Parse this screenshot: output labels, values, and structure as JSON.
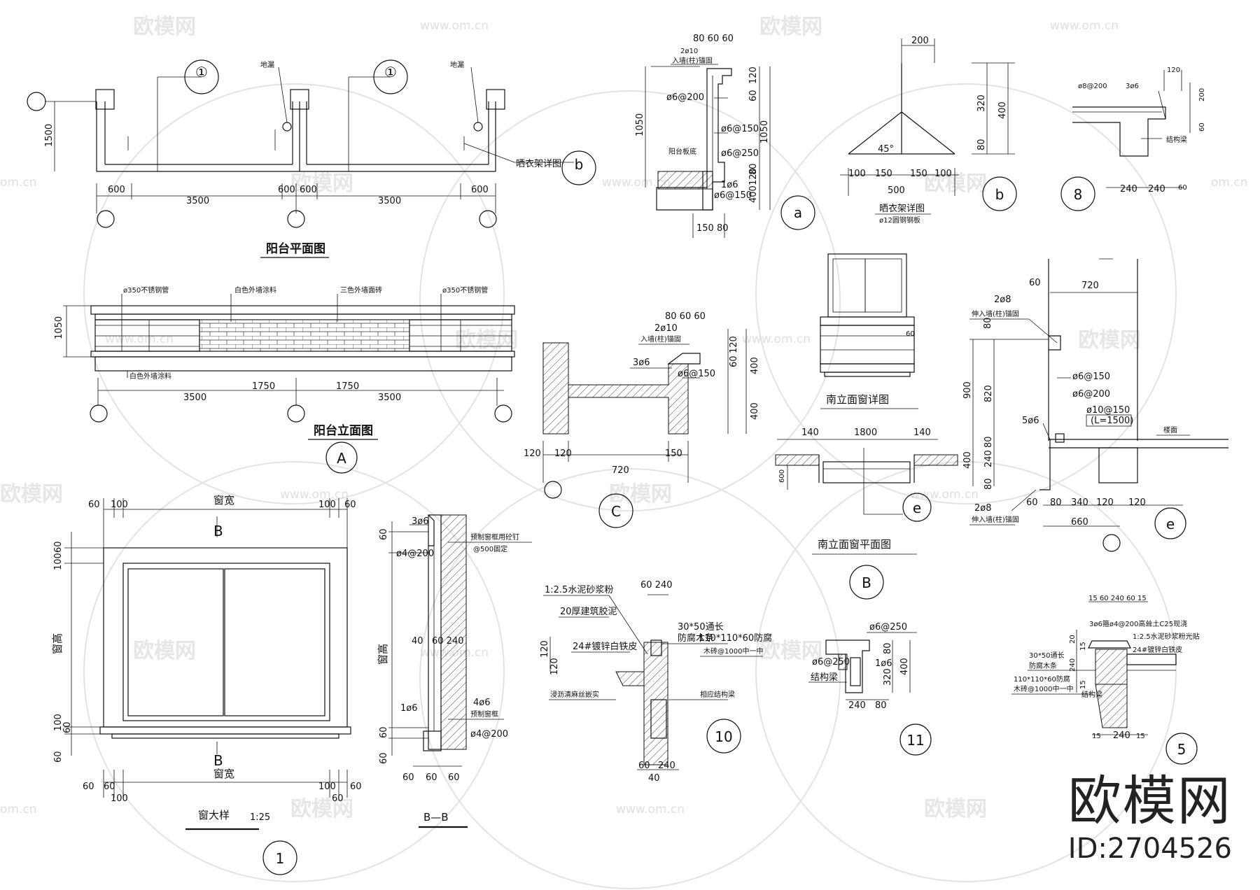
{
  "watermark": {
    "logo_text": "欧模网",
    "url": "www.om.cn",
    "url_short": "om.cn"
  },
  "brand": {
    "name": "欧模网",
    "id": "ID:2704526"
  },
  "balcony_plan": {
    "title": "阳台平面图",
    "dims": [
      "600",
      "3500",
      "600",
      "600",
      "3500",
      "600",
      "1500"
    ],
    "labels": [
      "地漏",
      "地漏",
      "晒衣架详图"
    ],
    "bubbles": [
      "①",
      "①",
      "b"
    ]
  },
  "balcony_elev": {
    "title": "阳台立面图",
    "bubble": "A",
    "dims": [
      "1050",
      "1750",
      "1750",
      "3500",
      "3500"
    ],
    "labels": [
      "ø350不锈钢管",
      "白色外墙涂料",
      "三色外墙面砖",
      "ø350不锈钢管",
      "白色外墙涂料"
    ]
  },
  "detail_a": {
    "bubble": "a",
    "dims": [
      "80 60 60",
      "1050",
      "120",
      "60",
      "1050",
      "80",
      "120",
      "400",
      "150 80"
    ],
    "labels": [
      "2ø10",
      "入墙(柱)锚固",
      "ø6@200",
      "ø6@150",
      "ø6@250",
      "1ø6",
      "ø6@150",
      "阳台板底"
    ]
  },
  "detail_b": {
    "bubble": "b",
    "title": "晒衣架详图",
    "note": "ø12圆钢钢板",
    "dims": [
      "200",
      "320",
      "400",
      "80",
      "100",
      "150",
      "150",
      "100",
      "500",
      "45°"
    ]
  },
  "detail_8": {
    "bubble": "8",
    "dims": [
      "120",
      "200",
      "60",
      "240",
      "240",
      "60"
    ],
    "labels": [
      "ø8@200",
      "3ø6",
      "结构梁"
    ]
  },
  "detail_c": {
    "bubble": "C",
    "dims": [
      "80 60 60",
      "120",
      "60",
      "400",
      "400",
      "120",
      "120",
      "150",
      "720"
    ],
    "labels": [
      "2ø10",
      "入墙(柱)锚固",
      "3ø6",
      "ø6@150"
    ]
  },
  "south_window": {
    "title": "南立面窗详图",
    "plan_title": "南立面窗平面图",
    "bubble": "B",
    "bubble_e": "e",
    "dims": [
      "60",
      "140",
      "1800",
      "140",
      "600"
    ]
  },
  "detail_e": {
    "bubble": "e",
    "dims": [
      "60",
      "720",
      "80",
      "900",
      "820",
      "80",
      "240",
      "400",
      "80",
      "60",
      "80",
      "340",
      "120",
      "120",
      "660"
    ],
    "labels": [
      "2ø8",
      "伸入墙(柱)锚固",
      "ø6@150",
      "ø6@200",
      "ø10@150",
      "(L=1500)",
      "5ø6",
      "楼面",
      "2ø8",
      "伸入墙(柱)锚固"
    ]
  },
  "window_detail": {
    "title": "窗大样",
    "scale": "1:25",
    "bubble": "1",
    "width_label": "窗宽",
    "height_label": "窗高",
    "section_mark": "B",
    "dims_top": [
      "60",
      "100",
      "100",
      "60"
    ],
    "dims_left": [
      "60",
      "100",
      "100",
      "60",
      "60"
    ],
    "dims_bot": [
      "60",
      "60",
      "100",
      "100",
      "60",
      "60"
    ]
  },
  "section_bb": {
    "title": "B—B",
    "height_label": "窗高",
    "dims": [
      "60",
      "40",
      "60 240",
      "60",
      "60",
      "60",
      "60"
    ],
    "labels": [
      "3ø6",
      "ø4@200",
      "预制窗框用砼钉",
      "@500固定",
      "1ø6",
      "4ø6",
      "预制窗框",
      "ø4@200"
    ]
  },
  "detail_10": {
    "bubble": "10",
    "dims": [
      "60 240",
      "120",
      "120",
      "60",
      "240",
      "40"
    ],
    "labels": [
      "1:2.5水泥砂浆粉",
      "20厚建筑胶泥",
      "24#镀锌白铁皮",
      "30*50通长",
      "防腐木条",
      "110*110*60防腐",
      "木砖@1000中一中",
      "浸沥清麻丝嵌实",
      "相应结构梁"
    ]
  },
  "detail_11": {
    "bubble": "11",
    "dims": [
      "80",
      "320",
      "400",
      "240",
      "80"
    ],
    "labels": [
      "ø6@250",
      "ø6@250",
      "1ø6",
      "结构梁"
    ]
  },
  "detail_5": {
    "bubble": "5",
    "dims": [
      "15 60 240 60 15",
      "20",
      "15",
      "240",
      "15",
      "240",
      "15"
    ],
    "labels": [
      "3ø6箍ø4@200高耸土C25现浇",
      "1:2.5水泥砂浆粉光贴",
      "24#镀锌白铁皮",
      "30*50通长",
      "防腐木条",
      "110*110*60防腐",
      "木砖@1000中一中",
      "结构梁"
    ]
  }
}
